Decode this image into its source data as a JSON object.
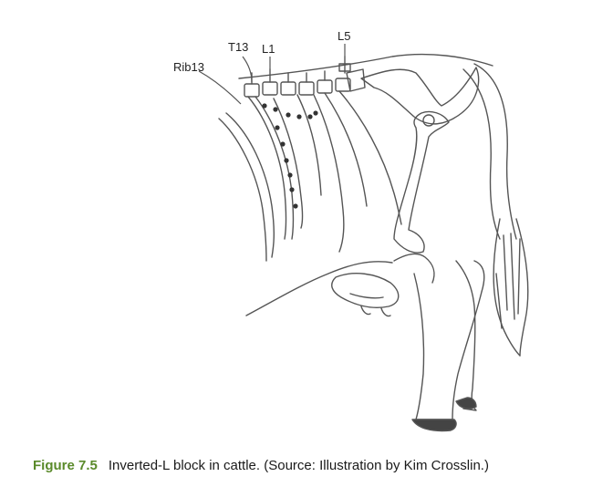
{
  "labels": {
    "t13": "T13",
    "l1": "L1",
    "l5": "L5",
    "rib13": "Rib13"
  },
  "caption": {
    "figure_number": "Figure 7.5",
    "text": "Inverted-L block in cattle. (Source: Illustration by Kim Crosslin.)"
  },
  "colors": {
    "figure_number": "#5a8a2a",
    "sketch_stroke": "#555555",
    "injection_dots": "#333333"
  }
}
